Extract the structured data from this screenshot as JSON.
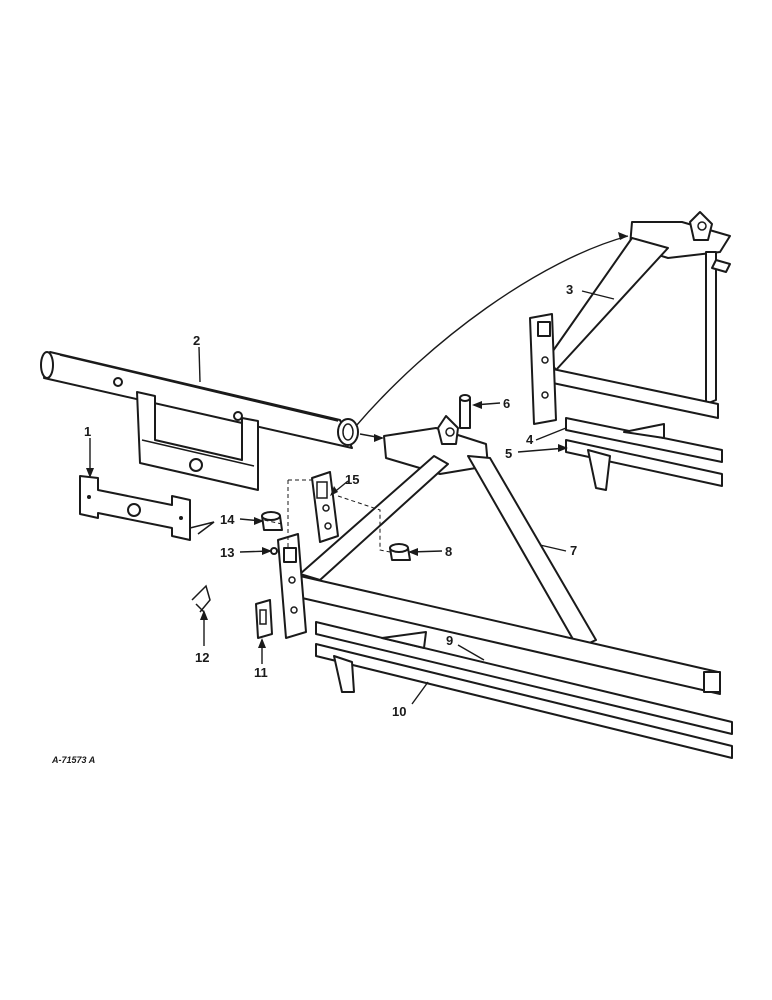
{
  "drawing_code": "A-71573 A",
  "callouts": {
    "c1": "1",
    "c2": "2",
    "c3": "3",
    "c4": "4",
    "c5": "5",
    "c6": "6",
    "c7": "7",
    "c8": "8",
    "c9": "9",
    "c10": "10",
    "c11": "11",
    "c12": "12",
    "c13": "13",
    "c14": "14",
    "c15": "15"
  }
}
